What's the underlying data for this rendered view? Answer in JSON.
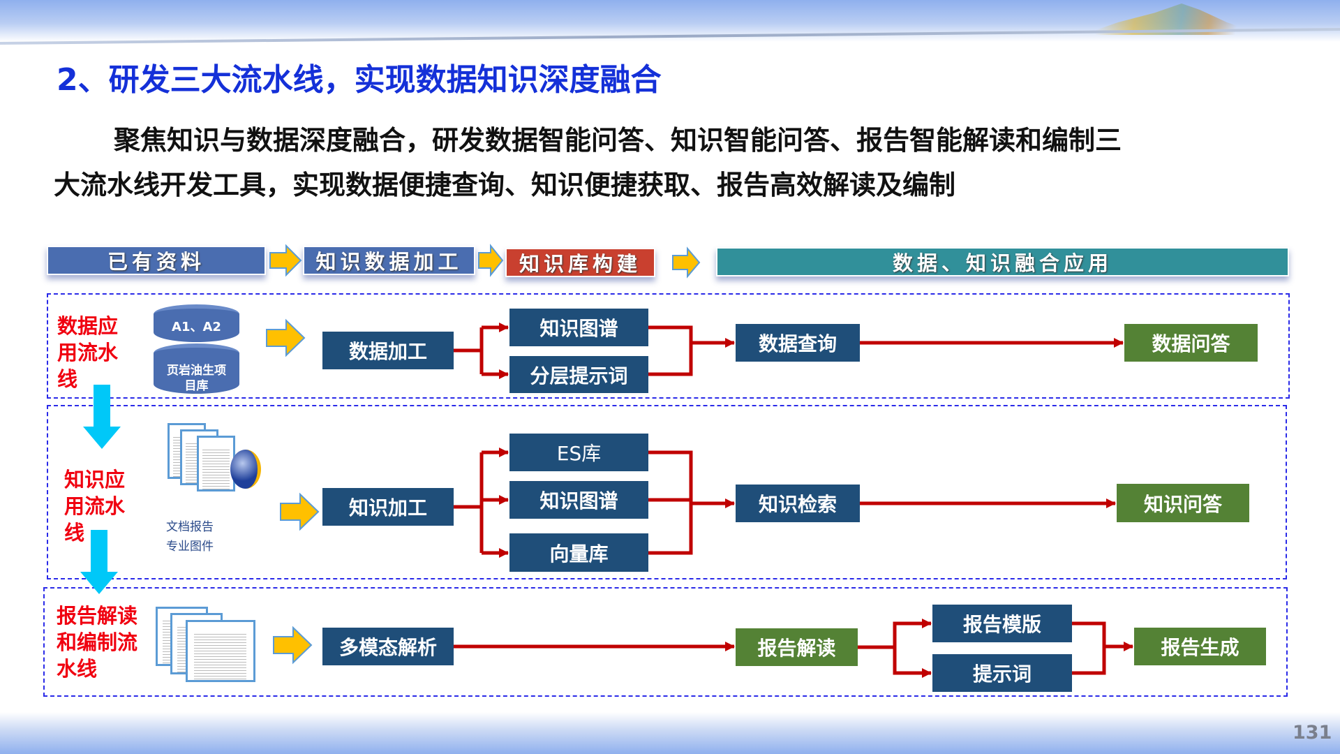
{
  "title": "2、研发三大流水线，实现数据知识深度融合",
  "intro": {
    "line1": "聚焦知识与数据深度融合，研发数据智能问答、知识智能问答、报告智能解读和编制三",
    "line2": "大流水线开发工具，实现数据便捷查询、知识便捷获取、报告高效解读及编制"
  },
  "header": [
    "已有资料",
    "知识数据加工",
    "知识库构建",
    "数据、知识融合应用"
  ],
  "pipelines": {
    "data": {
      "label": "数据应用流水线",
      "sources": [
        "A1、A2",
        "页岩油生项目库"
      ],
      "process": "数据加工",
      "kb": [
        "知识图谱",
        "分层提示词"
      ],
      "app": "数据查询",
      "result": "数据问答"
    },
    "knowledge": {
      "label": "知识应用流水线",
      "sources": [
        "文档报告",
        "专业图件"
      ],
      "process": "知识加工",
      "kb": [
        "ES库",
        "知识图谱",
        "向量库"
      ],
      "app": "知识检索",
      "result": "知识问答"
    },
    "report": {
      "label": "报告解读和编制流水线",
      "process": "多模态解析",
      "app": "报告解读",
      "kb": [
        "报告模版",
        "提示词"
      ],
      "result": "报告生成"
    }
  },
  "page_number": "131",
  "colors": {
    "title": "#1430d8",
    "navy": "#1f4e79",
    "green": "#548235",
    "connector": "#c00000",
    "label": "#f00010",
    "dash": "#2a2ae8"
  }
}
